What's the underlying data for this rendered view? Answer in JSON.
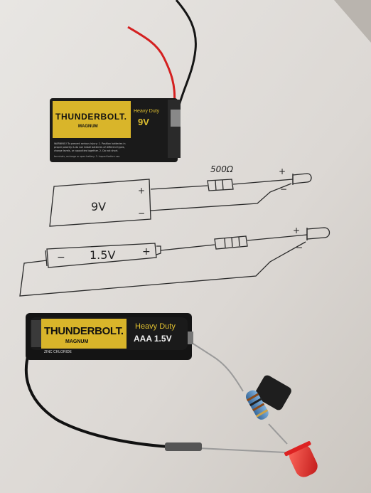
{
  "battery_9v": {
    "brand": "THUNDERBOLT.",
    "sub_brand": "MAGNUM",
    "type_label": "Heavy Duty",
    "voltage": "9V",
    "warning_line_1": "WARNING! To prevent serious injury: 1. Position batteries in",
    "warning_line_2": "proper polarity & do not install batteries of different types,",
    "warning_line_3": "charge levels, or capacities together. 2. Do not short.",
    "warning_line_4": "terminals, recharge or open battery. 3. Inspect before use."
  },
  "battery_aaa": {
    "brand": "THUNDERBOLT.",
    "sub_brand": "MAGNUM",
    "type_label": "Heavy Duty",
    "size_voltage": "AAA 1.5V",
    "chemistry": "ZINC CHLORIDE"
  },
  "sketch": {
    "resistor_label": "500Ω",
    "battery_9v_label": "9V",
    "battery_aaa_label": "1.5V",
    "plus": "+",
    "minus": "−"
  },
  "colors": {
    "paper": "#dedad6",
    "battery_yellow": "#d9b52a",
    "battery_black": "#1a1a1a",
    "wire_red": "#d42020",
    "led_red": "#e0302a",
    "resistor_blue": "#4a84b8"
  }
}
